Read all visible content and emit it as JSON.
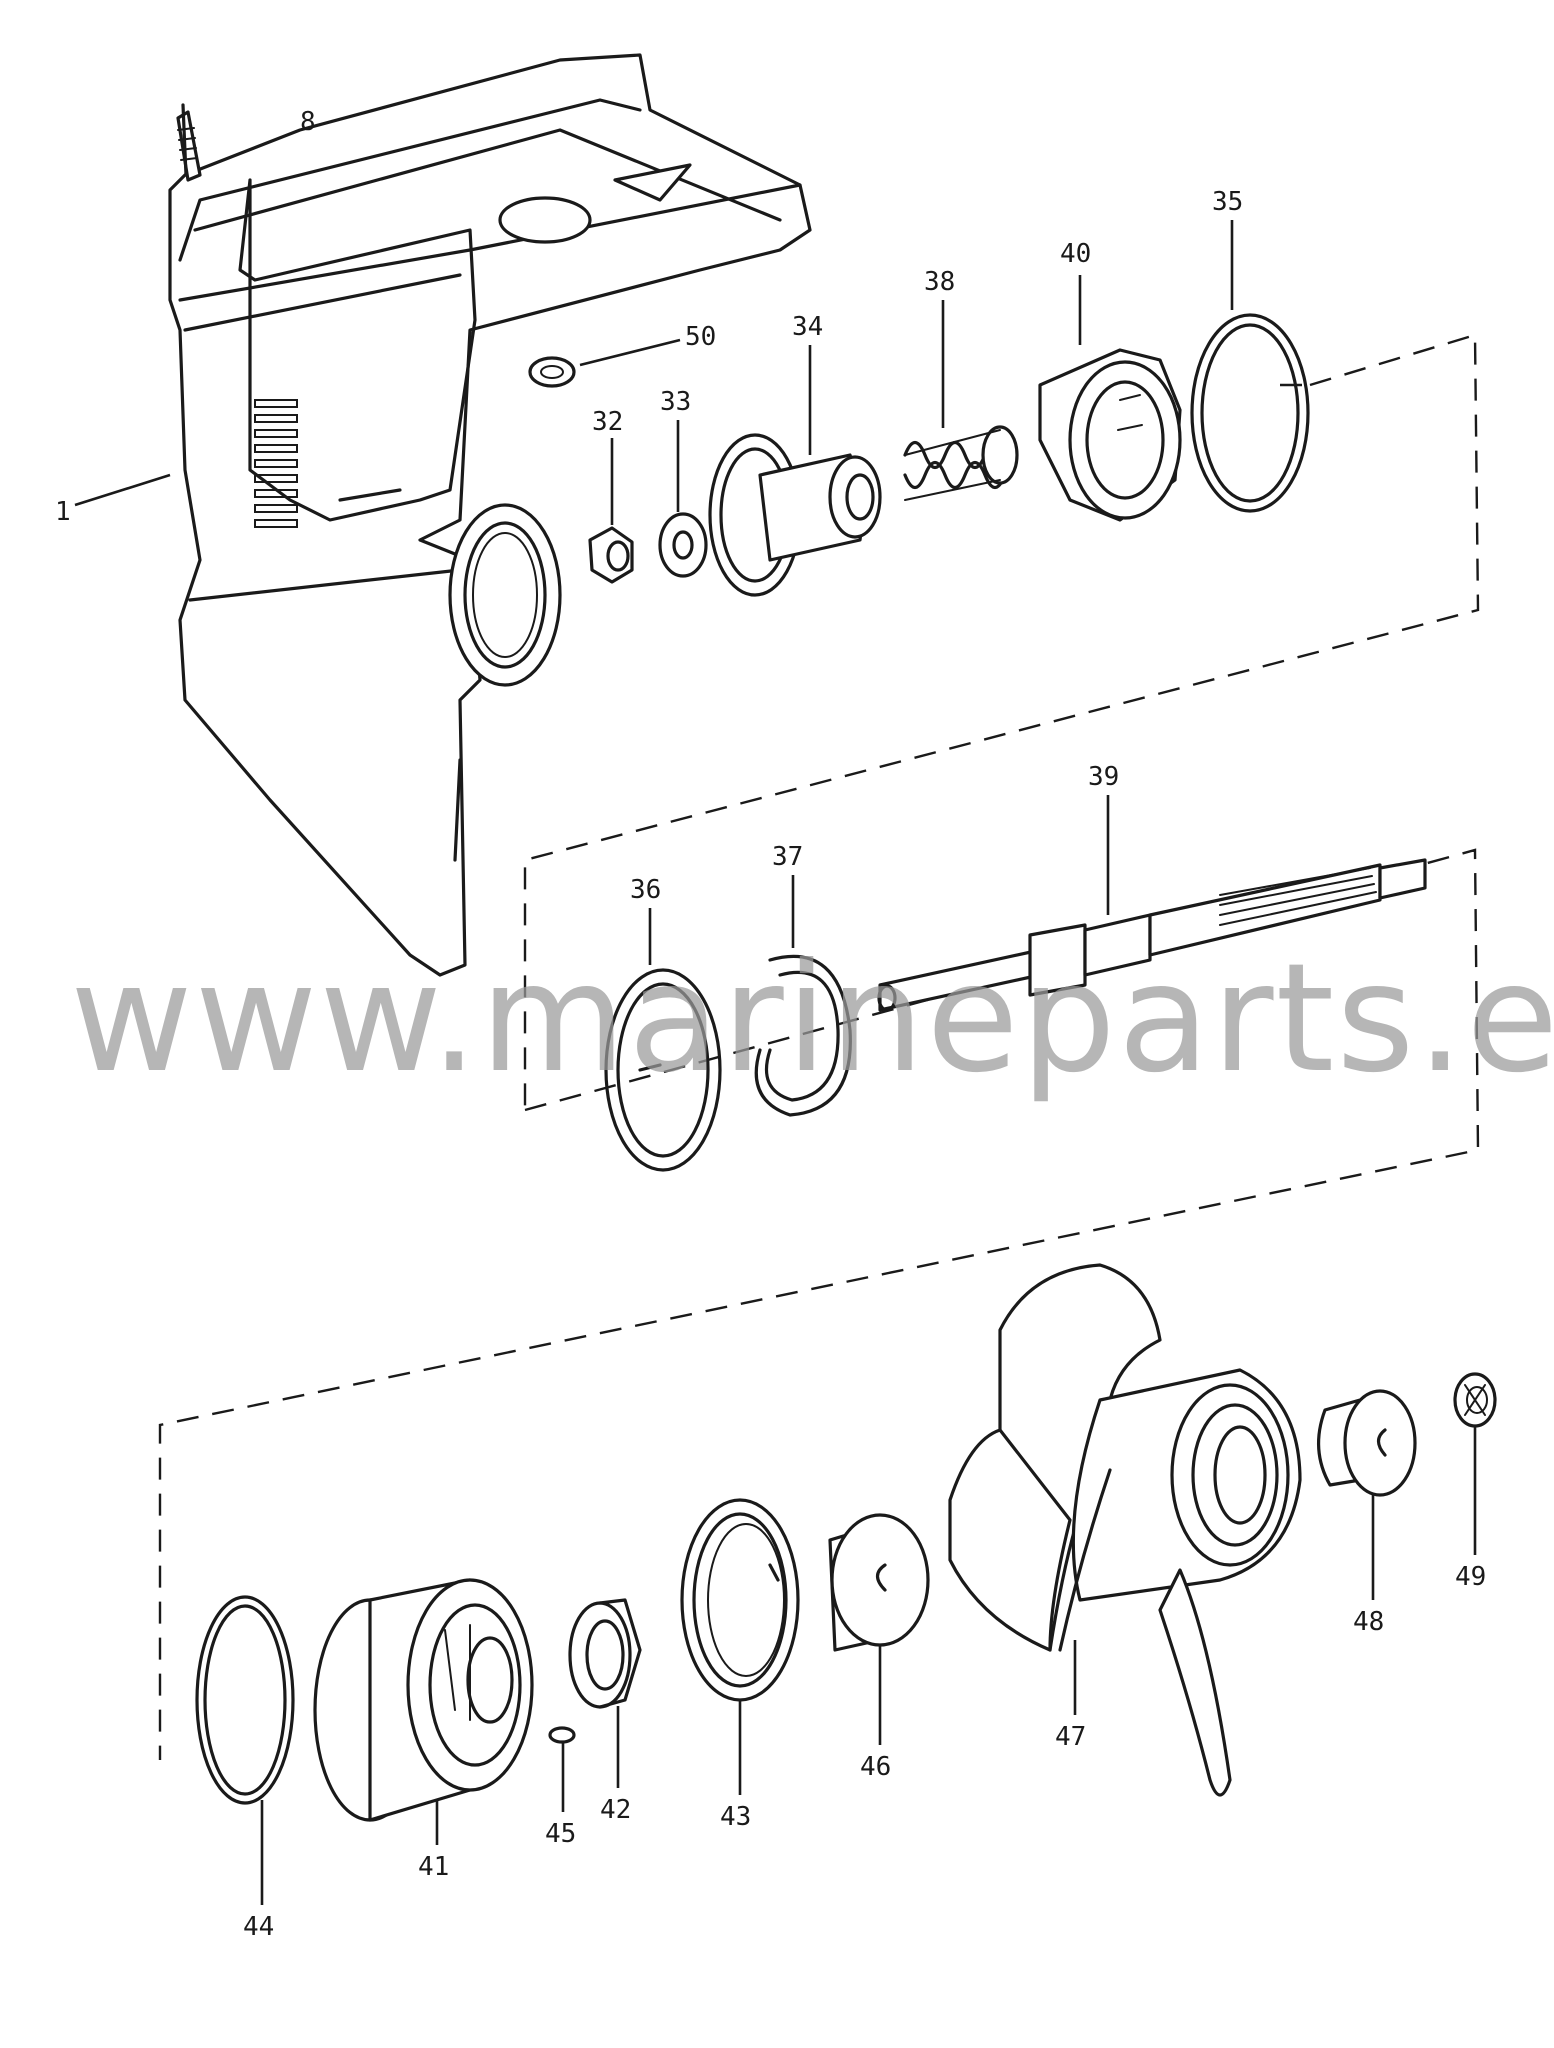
{
  "watermark": "www.marineparts.eu",
  "callouts": {
    "c1": "1",
    "c8": "8",
    "c32": "32",
    "c33": "33",
    "c34": "34",
    "c35": "35",
    "c36": "36",
    "c37": "37",
    "c38": "38",
    "c39": "39",
    "c40": "40",
    "c41": "41",
    "c42": "42",
    "c43": "43",
    "c44": "44",
    "c45": "45",
    "c46": "46",
    "c47": "47",
    "c48": "48",
    "c49": "49",
    "c50": "50"
  }
}
